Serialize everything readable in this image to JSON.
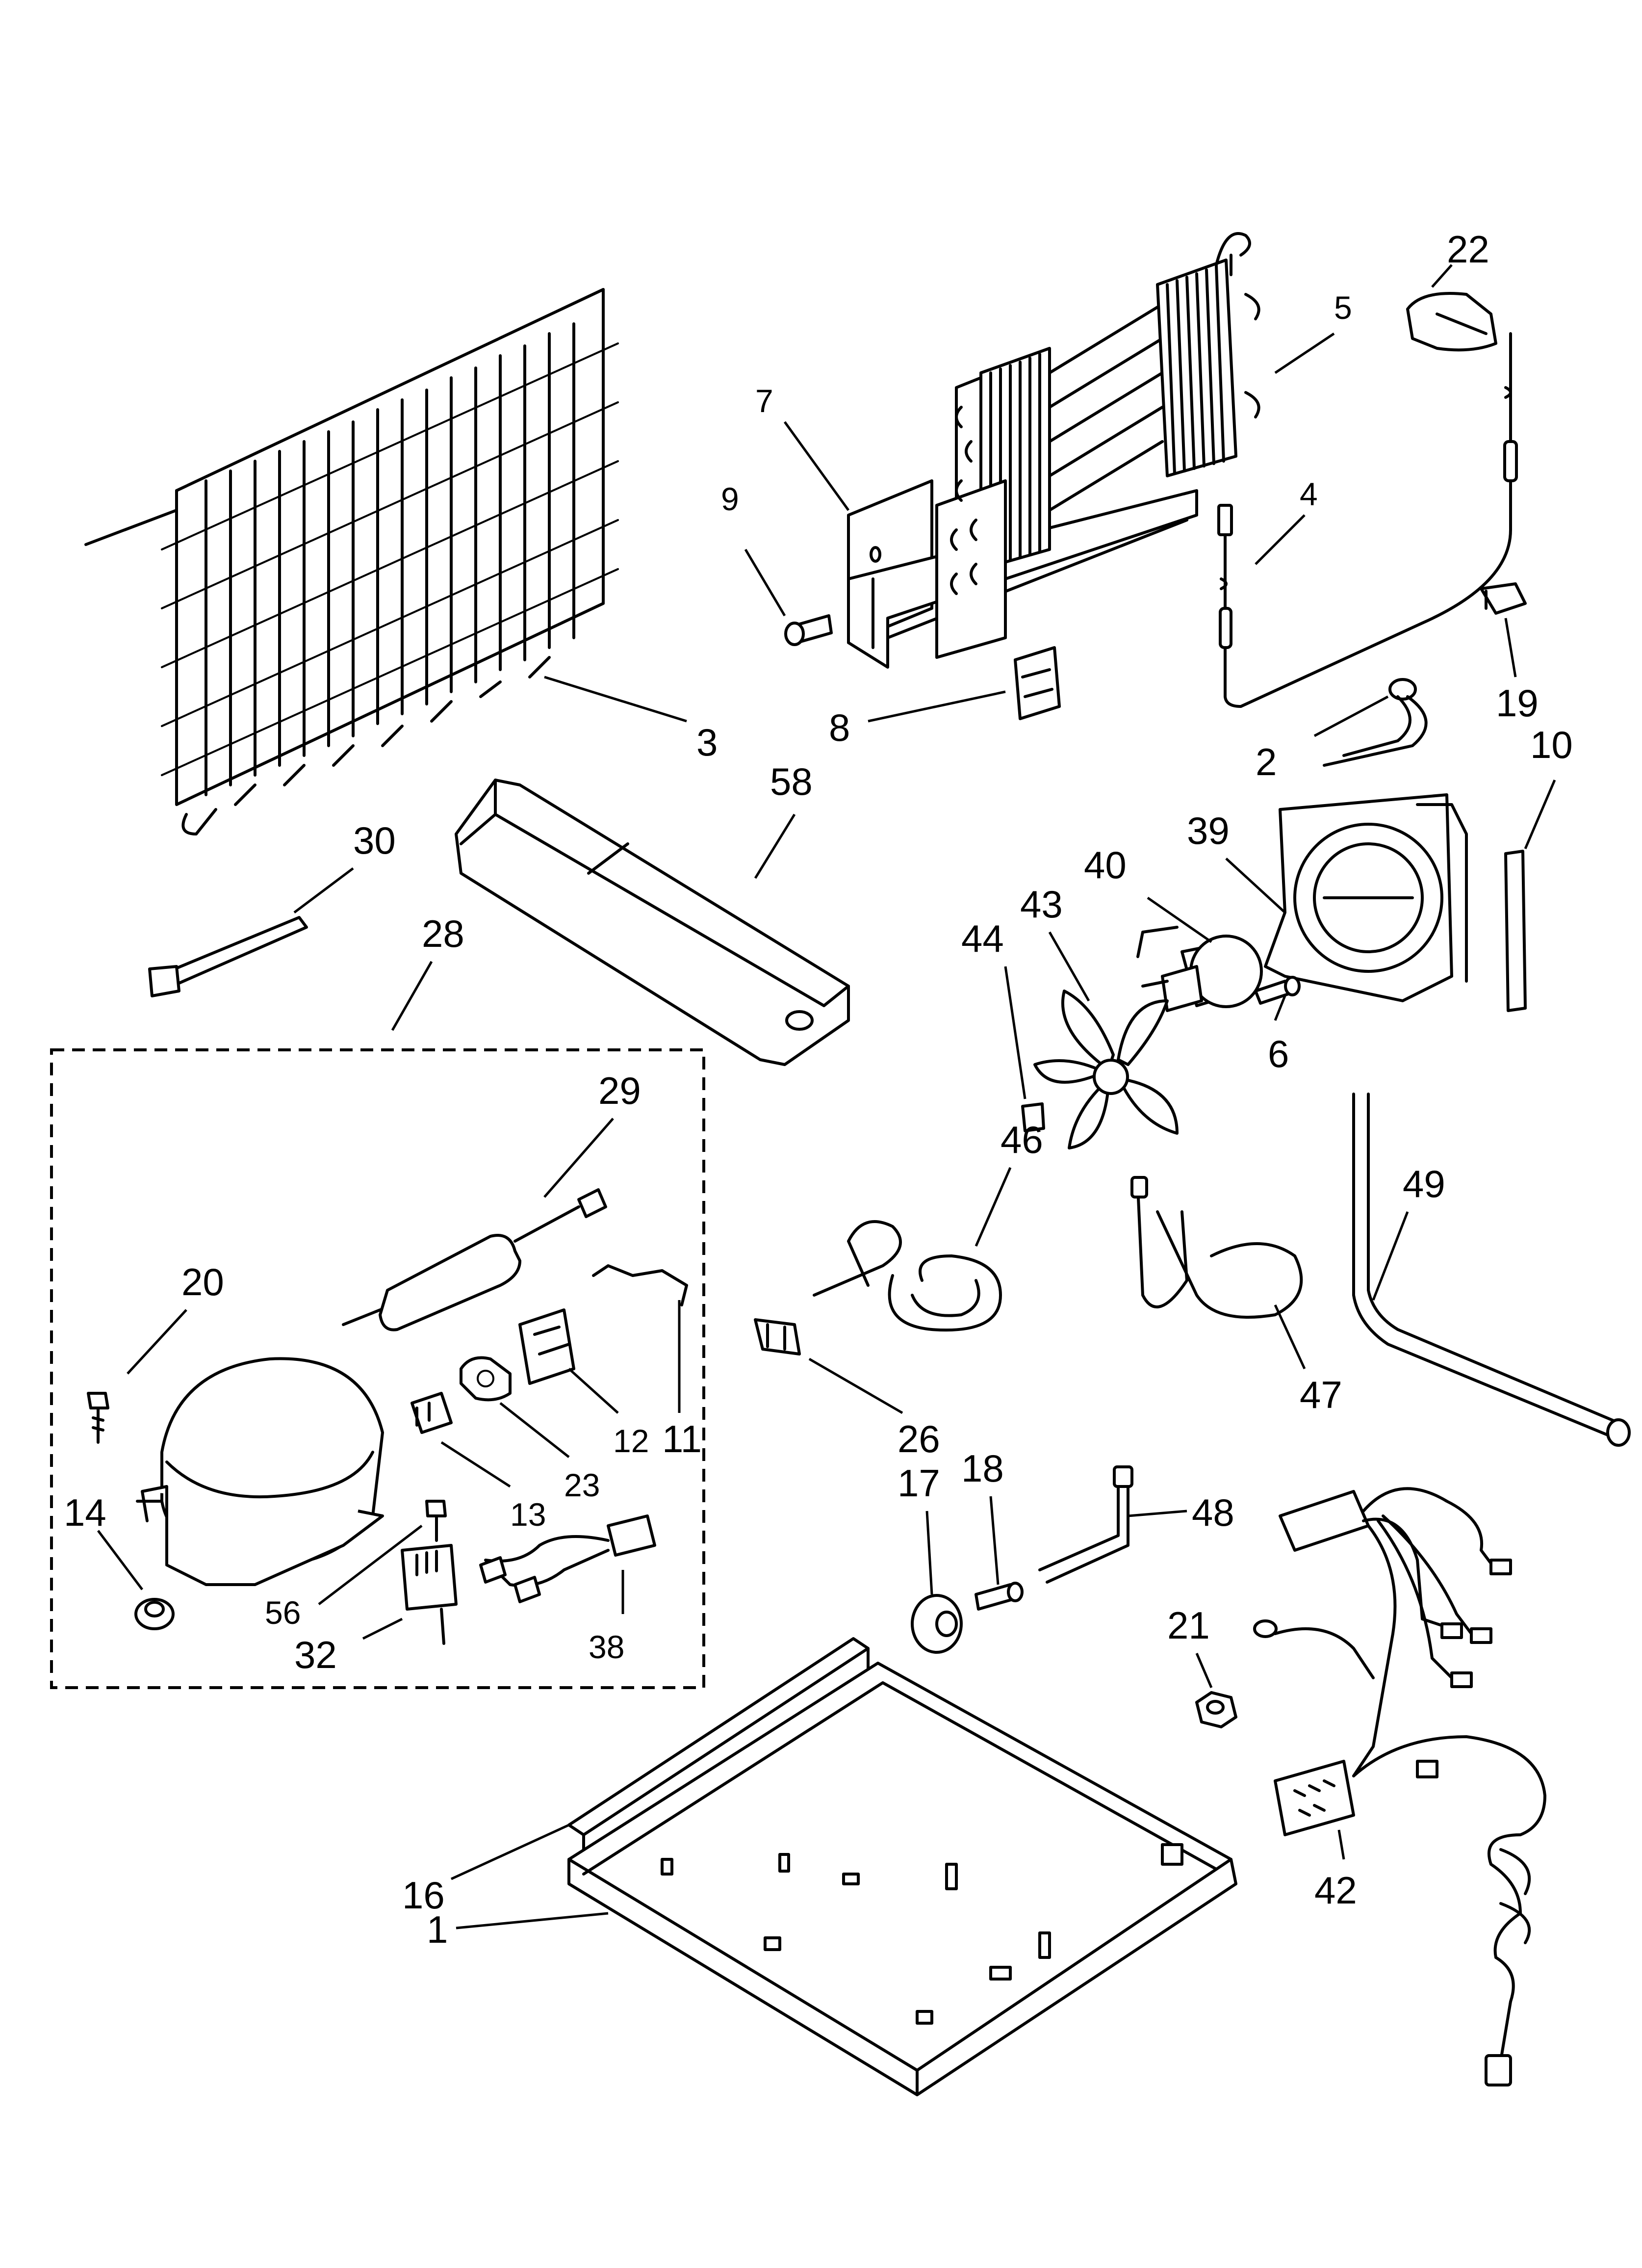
{
  "callouts": {
    "c22": "22",
    "c5": "5",
    "c7": "7",
    "c9": "9",
    "c4": "4",
    "c3": "3",
    "c8": "8",
    "c19": "19",
    "c2": "2",
    "c10": "10",
    "c58": "58",
    "c39": "39",
    "c30": "30",
    "c40": "40",
    "c28": "28",
    "c43": "43",
    "c44": "44",
    "c6": "6",
    "c29": "29",
    "c46": "46",
    "c49": "49",
    "c20": "20",
    "c11": "11",
    "c12": "12",
    "c23": "23",
    "c26": "26",
    "c47": "47",
    "c13": "13",
    "c14": "14",
    "c17": "17",
    "c18": "18",
    "c48": "48",
    "c56": "56",
    "c32": "32",
    "c38": "38",
    "c21": "21",
    "c16": "16",
    "c1": "1",
    "c42": "42"
  }
}
